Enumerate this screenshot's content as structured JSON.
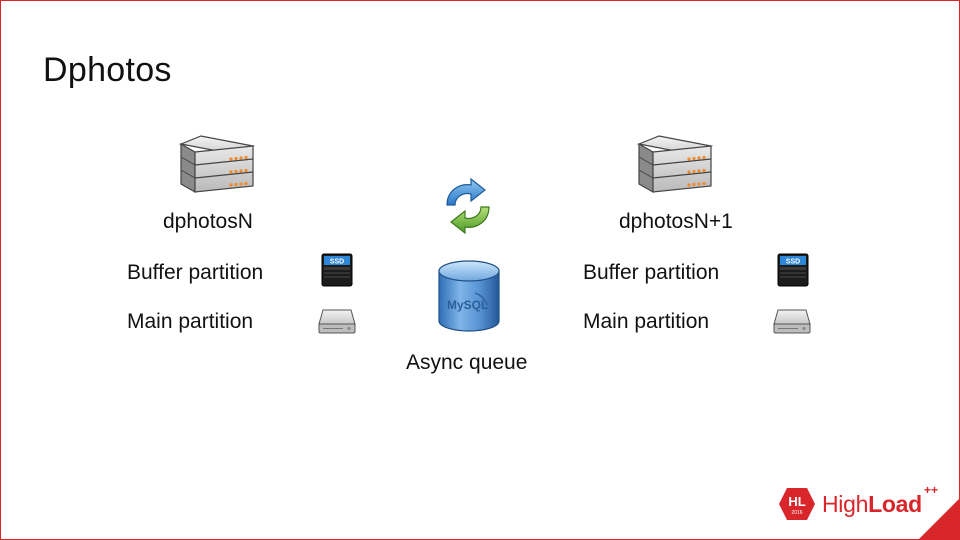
{
  "slide": {
    "title": "Dphotos"
  },
  "left_node": {
    "name": "dphotosN",
    "buffer_label": "Buffer partition",
    "main_label": "Main partition"
  },
  "right_node": {
    "name": "dphotosN+1",
    "buffer_label": "Buffer partition",
    "main_label": "Main partition"
  },
  "center": {
    "queue_label": "Async queue",
    "db_logo_text": "MySQL"
  },
  "ssd_text": "SSD",
  "logo": {
    "badge": "HL",
    "year": "2016",
    "name_light": "High",
    "name_bold": "Load",
    "superscript": "++"
  },
  "colors": {
    "accent": "#d9262b",
    "sync_blue": "#3b8fd6",
    "sync_green": "#6db33f",
    "db_blue": "#3d7fc1"
  },
  "icons": [
    "server-rack-icon",
    "sync-icon",
    "database-icon",
    "ssd-icon",
    "hdd-icon"
  ]
}
